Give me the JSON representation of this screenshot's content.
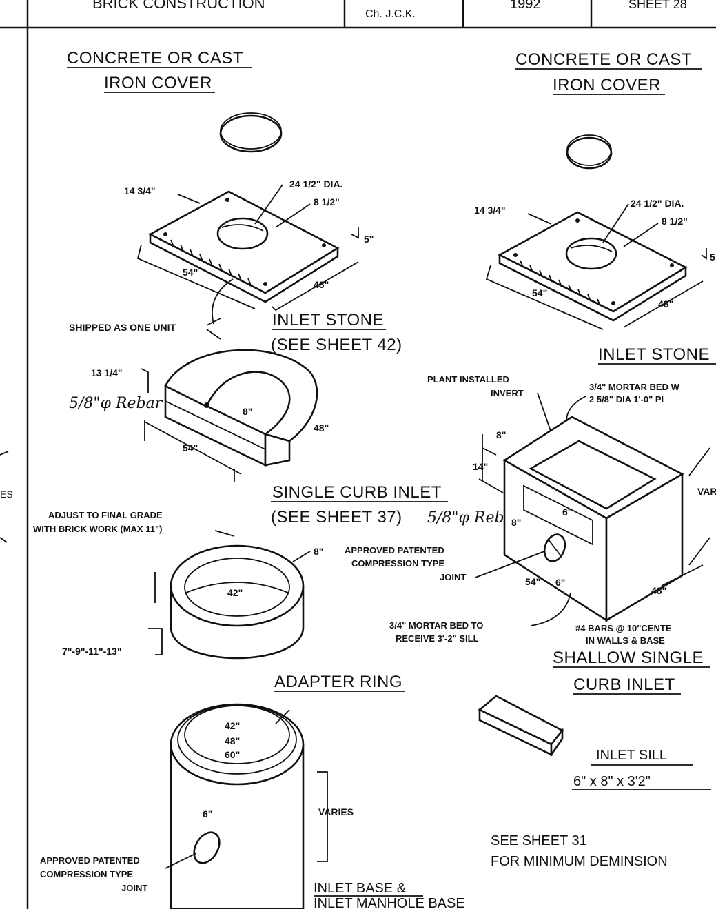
{
  "header": {
    "title": "BRICK CONSTRUCTION",
    "checked": "Ch.   J.C.K.",
    "year": "1992",
    "sheet": "SHEET   28"
  },
  "margin_fragment": "ES",
  "left_column": {
    "cover_title_1": "CONCRETE OR CAST",
    "cover_title_2": "IRON COVER",
    "inlet_stone": {
      "dim_thickness": "14 3/4\"",
      "dim_dia": "24 1/2\" DIA.",
      "dim_inner": "8 1/2\"",
      "dim_height": "5\"",
      "dim_length": "54\"",
      "dim_width": "48\""
    },
    "shipped_note": "SHIPPED AS ONE UNIT",
    "inlet_stone_title": "INLET STONE",
    "inlet_stone_ref": "(SEE SHEET 42)",
    "curb": {
      "dim_height": "13 1/4\"",
      "rebar": "5/8\"φ Rebar",
      "dim_inner": "8\"",
      "dim_width": "48\"",
      "dim_length": "54\""
    },
    "curb_title": "SINGLE CURB INLET",
    "curb_ref": "(SEE SHEET 37)",
    "curb_rebar": "5/8\"φ Rebar",
    "adjust_note_1": "ADJUST TO FINAL GRADE",
    "adjust_note_2": "WITH BRICK WORK (MAX 11\")",
    "ring": {
      "dim_wall": "8\"",
      "dim_dia": "42\"",
      "dim_heights": "7\"-9\"-11\"-13\""
    },
    "ring_title": "ADAPTER RING",
    "base": {
      "dim_1": "42\"",
      "dim_2": "48\"",
      "dim_3": "60\"",
      "dim_pipe": "6\"",
      "varies": "VARIES",
      "joint_1": "APPROVED PATENTED",
      "joint_2": "COMPRESSION TYPE",
      "joint_3": "JOINT"
    },
    "base_title_1": "INLET BASE &",
    "base_title_2": "INLET MANHOLE BASE"
  },
  "right_column": {
    "cover_title_1": "CONCRETE OR CAST",
    "cover_title_2": "IRON COVER",
    "inlet_stone": {
      "dim_thickness": "14 3/4\"",
      "dim_dia": "24 1/2\" DIA.",
      "dim_inner": "8 1/2\"",
      "dim_height": "5",
      "dim_length": "54\"",
      "dim_width": "48\""
    },
    "inlet_stone_title": "INLET STONE",
    "plant_note_1": "PLANT INSTALLED",
    "plant_note_2": "INVERT",
    "mortar_note_1": "3/4\" MORTAR BED W",
    "mortar_note_2": "2 5/8\" DIA 1'-0\" PI",
    "box": {
      "dim_8a": "8\"",
      "dim_14": "14\"",
      "dim_6a": "6\"",
      "dim_8b": "8\"",
      "dim_54": "54\"",
      "dim_6b": "6\"",
      "dim_48": "48\"",
      "varies": "VAR"
    },
    "joint_1": "APPROVED PATENTED",
    "joint_2": "COMPRESSION TYPE",
    "joint_3": "JOINT",
    "sill_bed_1": "3/4\" MORTAR BED TO",
    "sill_bed_2": "RECEIVE 3'-2\" SILL",
    "bars_1": "#4 BARS @ 10\"CENTE",
    "bars_2": "IN WALLS & BASE",
    "shallow_title_1": "SHALLOW SINGLE",
    "shallow_title_2": "CURB INLET",
    "sill_title": "INLET SILL",
    "sill_size": "6\" x 8\" x 3'2\"",
    "see_note_1": "SEE SHEET 31",
    "see_note_2": "FOR MINIMUM DEMINSION"
  }
}
